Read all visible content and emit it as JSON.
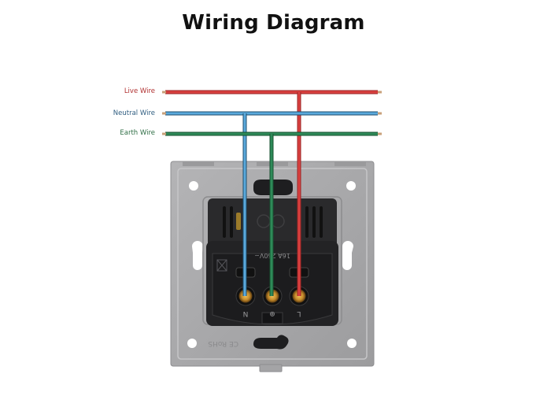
{
  "title": "Wiring Diagram",
  "wires": [
    {
      "id": "live",
      "label": "Live Wire",
      "color": "#d9403f",
      "label_color": "#b03030",
      "terminal": "L"
    },
    {
      "id": "neutral",
      "label": "Neutral Wire",
      "color": "#5aa9dc",
      "label_color": "#2f5d80",
      "terminal": "N"
    },
    {
      "id": "earth",
      "label": "Earth Wire",
      "color": "#2e8a58",
      "label_color": "#2f6e45",
      "terminal": "⊕"
    }
  ],
  "socket": {
    "rating": "16A 250V~",
    "terminals": [
      "N",
      "⊕",
      "L"
    ],
    "markings": "CE RoHS",
    "plate_color": "#a9a9ab",
    "body_color": "#2a2a2c",
    "terminal_color": "#c8912e"
  }
}
